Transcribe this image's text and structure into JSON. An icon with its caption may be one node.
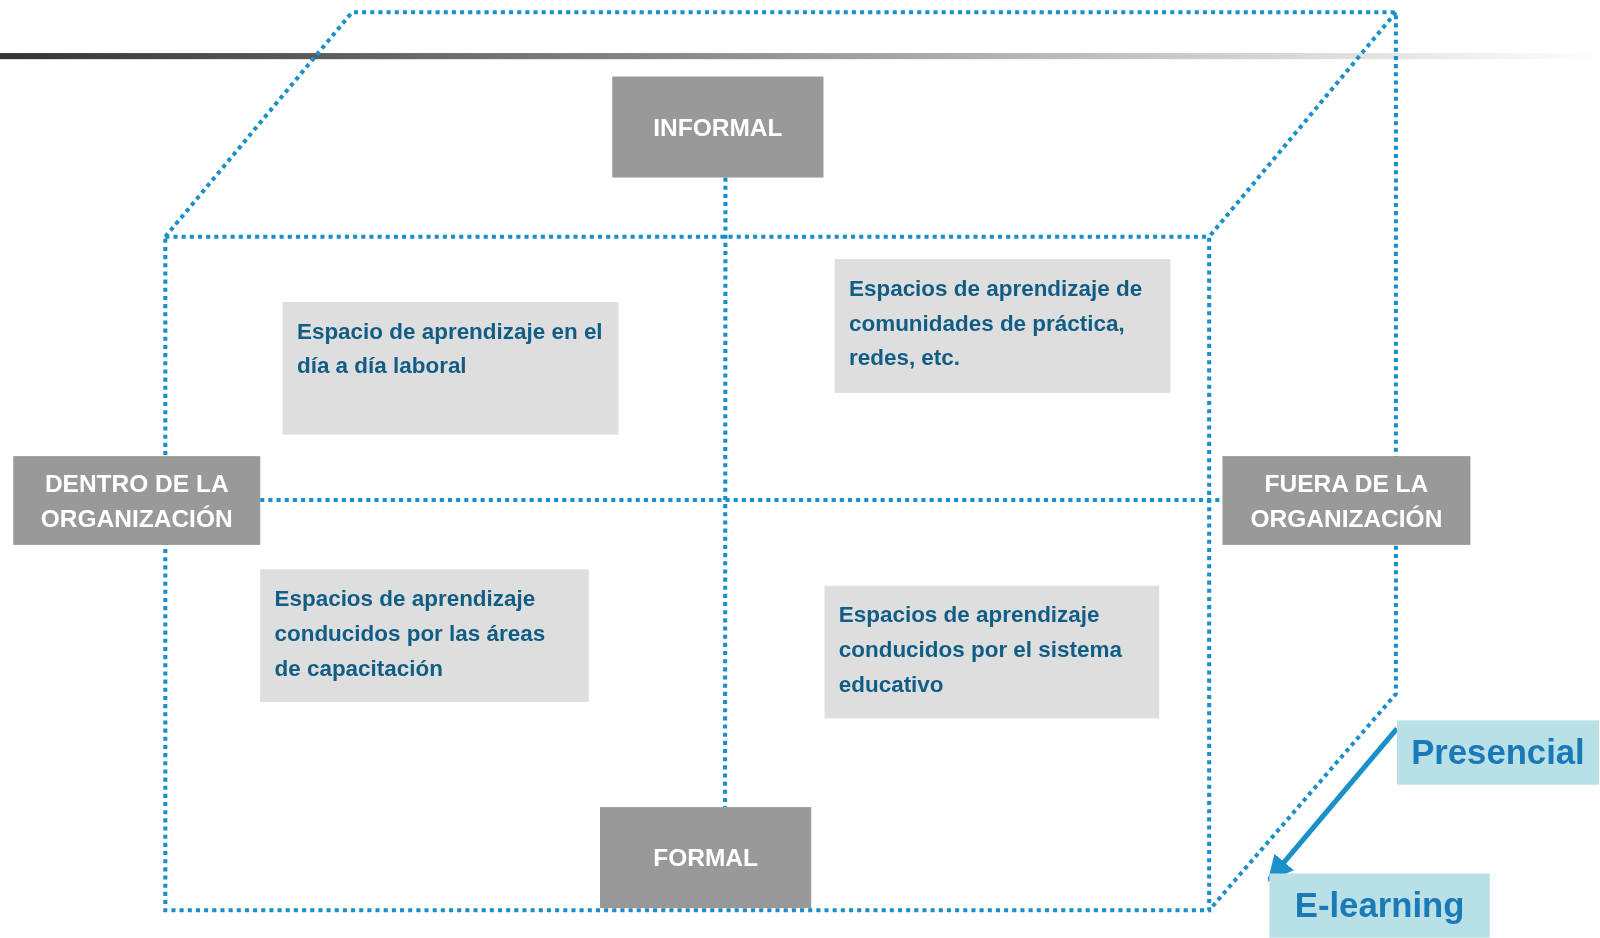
{
  "diagram": {
    "nodes": [
      {
        "text": [
          "INFORMAL"
        ]
      },
      {
        "text": [
          "Espacio de aprendizaje en el día a día laboral"
        ]
      },
      {
        "text": [
          "Espacios de aprendizaje de comunidades de práctica, redes, etc."
        ]
      },
      {
        "text": [
          "DENTRO DE LA ORGANIZACIÓN"
        ]
      },
      {
        "text": [
          "FUERA DE LA ORGANIZACIÓN"
        ]
      },
      {
        "text": [
          "Espacios de aprendizaje conducidos por las áreas de capacitación"
        ]
      },
      {
        "text": [
          "Espacios de aprendizaje conducidos por el sistema educativo"
        ]
      },
      {
        "text": [
          "Presencial"
        ]
      },
      {
        "text": [
          "FORMAL"
        ]
      },
      {
        "text": [
          "E-learning"
        ]
      }
    ],
    "edges": [
      {
        "from": 0,
        "to": 8,
        "arrow": "none",
        "style": "dashed"
      },
      {
        "from": 3,
        "to": 4,
        "arrow": "none",
        "style": "dashed"
      },
      {
        "from": 7,
        "to": 9,
        "arrow": "to"
      }
    ]
  }
}
